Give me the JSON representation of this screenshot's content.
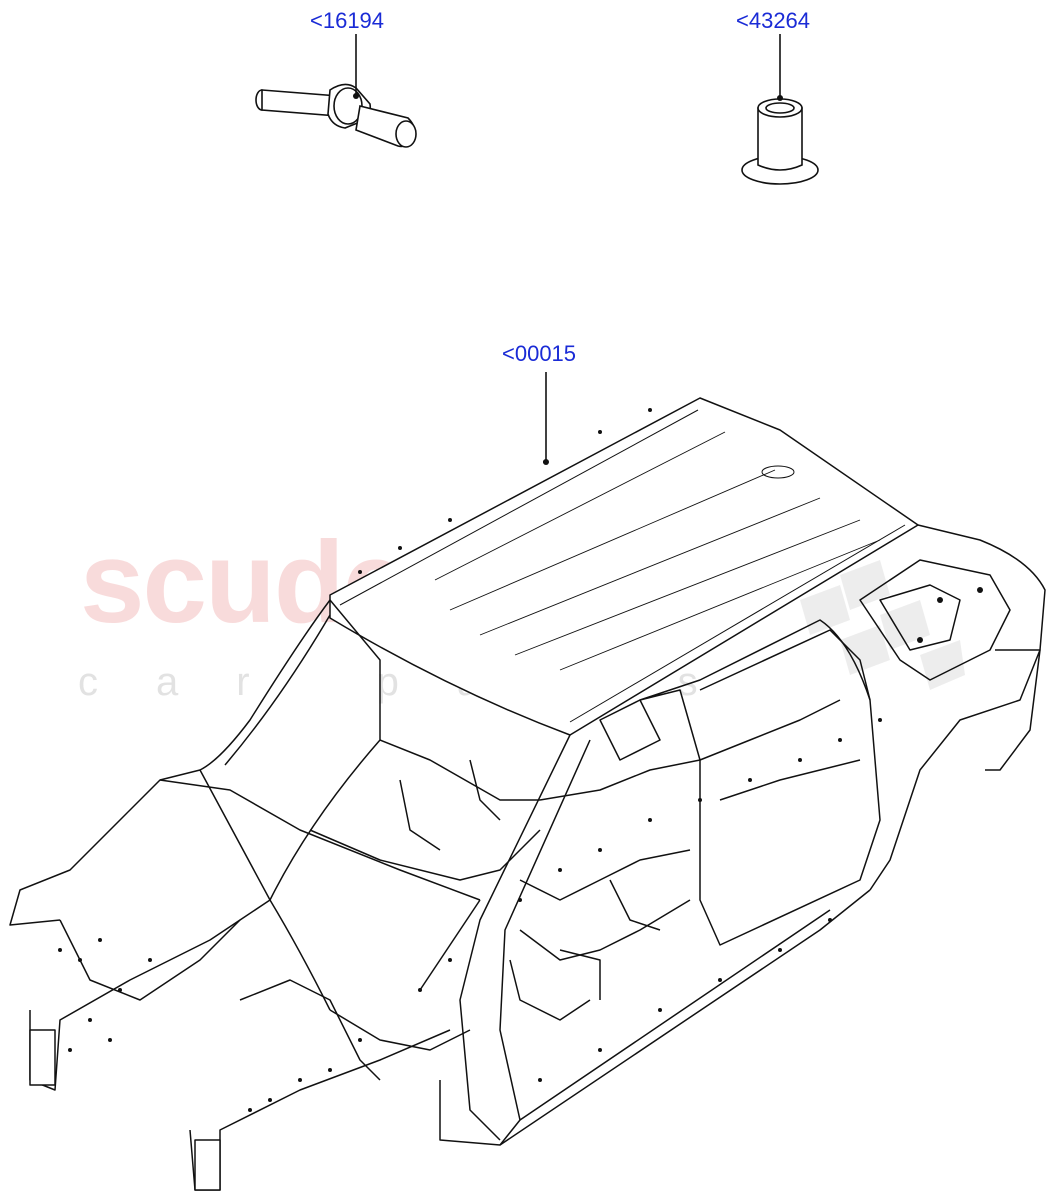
{
  "watermark": {
    "brand": "scuderia",
    "sub": "car parts"
  },
  "callouts": [
    {
      "id": "rivet",
      "label": "<16194"
    },
    {
      "id": "bush",
      "label": "<43264"
    },
    {
      "id": "body",
      "label": "<00015"
    }
  ],
  "colors": {
    "callout": "#1a2bd6",
    "line": "#111111",
    "watermark": "#f0a8a8"
  }
}
